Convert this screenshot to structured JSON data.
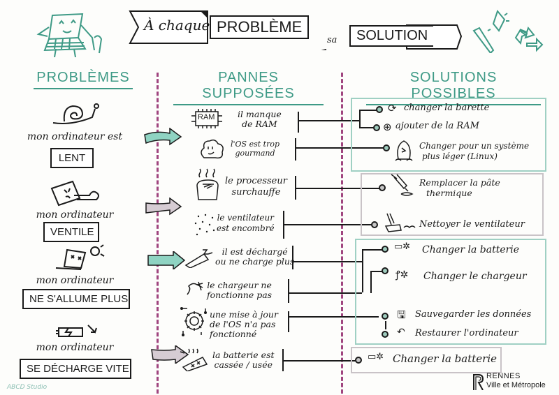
{
  "title": {
    "part1": "À chaque",
    "part2": "PROBLÈME",
    "part3": "sa",
    "part4": "SOLUTION"
  },
  "columns": {
    "problems": "PROBLÈMES",
    "pannes": "PANNES SUPPOSÉES",
    "solutions": "SOLUTIONS POSSIBLES"
  },
  "problems": [
    {
      "prefix": "mon ordinateur est",
      "label": "LENT",
      "icon": "snail-icon"
    },
    {
      "prefix": "mon ordinateur",
      "label": "VENTILE",
      "icon": "fan-laptop-icon"
    },
    {
      "prefix": "mon ordinateur",
      "label": "NE S'ALLUME PLUS",
      "icon": "dead-laptop-icon"
    },
    {
      "prefix": "mon ordinateur",
      "label": "SE DÉCHARGE VITE",
      "icon": "battery-charge-icon"
    }
  ],
  "pannes": [
    {
      "text1": "il manque",
      "text2": "de RAM",
      "icon": "ram-chip-icon",
      "icon_label": "RAM"
    },
    {
      "text1": "l'OS est trop",
      "text2": "gourmand",
      "icon": "cloud-icon"
    },
    {
      "text1": "le processeur",
      "text2": "surchauffe",
      "icon": "toaster-icon"
    },
    {
      "text1": "le ventilateur",
      "text2": "est encombré",
      "icon": "dust-icon"
    },
    {
      "text1": "il est déchargé",
      "text2": "ou ne charge plus",
      "icon": "battery-icon"
    },
    {
      "text1": "le chargeur ne",
      "text2": "fonctionne pas",
      "icon": "charger-icon"
    },
    {
      "text1": "une mise à jour",
      "text2": "de l'OS n'a pas",
      "text3": "fonctionné",
      "icon": "gear-icon"
    },
    {
      "text1": "la batterie est",
      "text2": "cassée / usée",
      "icon": "broken-battery-icon"
    }
  ],
  "solutions": [
    {
      "text": "changer la barette",
      "icon": "refresh-icon"
    },
    {
      "text": "ajouter de la RAM",
      "icon": "plus-circle-icon"
    },
    {
      "text1": "Changer pour un système",
      "text2": "plus léger (Linux)",
      "icon": "penguin-icon"
    },
    {
      "text1": "Remplacer la pâte",
      "text2": "thermique",
      "icon": "syringe-icon"
    },
    {
      "text": "Nettoyer le ventilateur",
      "icon": "brush-icon"
    },
    {
      "text": "Changer la batterie",
      "icon": "new-battery-icon"
    },
    {
      "text": "Changer le chargeur",
      "icon": "charger-sparkle-icon"
    },
    {
      "text": "Sauvegarder les données",
      "icon": "floppy-disk-icon"
    },
    {
      "text": "Restaurer l'ordinateur",
      "icon": "undo-icon"
    },
    {
      "text": "Changer la batterie",
      "icon": "new-battery-icon"
    }
  ],
  "footer": {
    "credit": "ABCD Studio",
    "logo_line1": "RENNES",
    "logo_line2": "Ville et Métropole"
  },
  "colors": {
    "teal": "#3e9a86",
    "purple_dash": "#a0457f",
    "green_box": "#9fd0c3",
    "grey_box": "#c9c3c7",
    "teal_arrow": "#8fd3c2",
    "grey_arrow": "#d6ccd3"
  }
}
